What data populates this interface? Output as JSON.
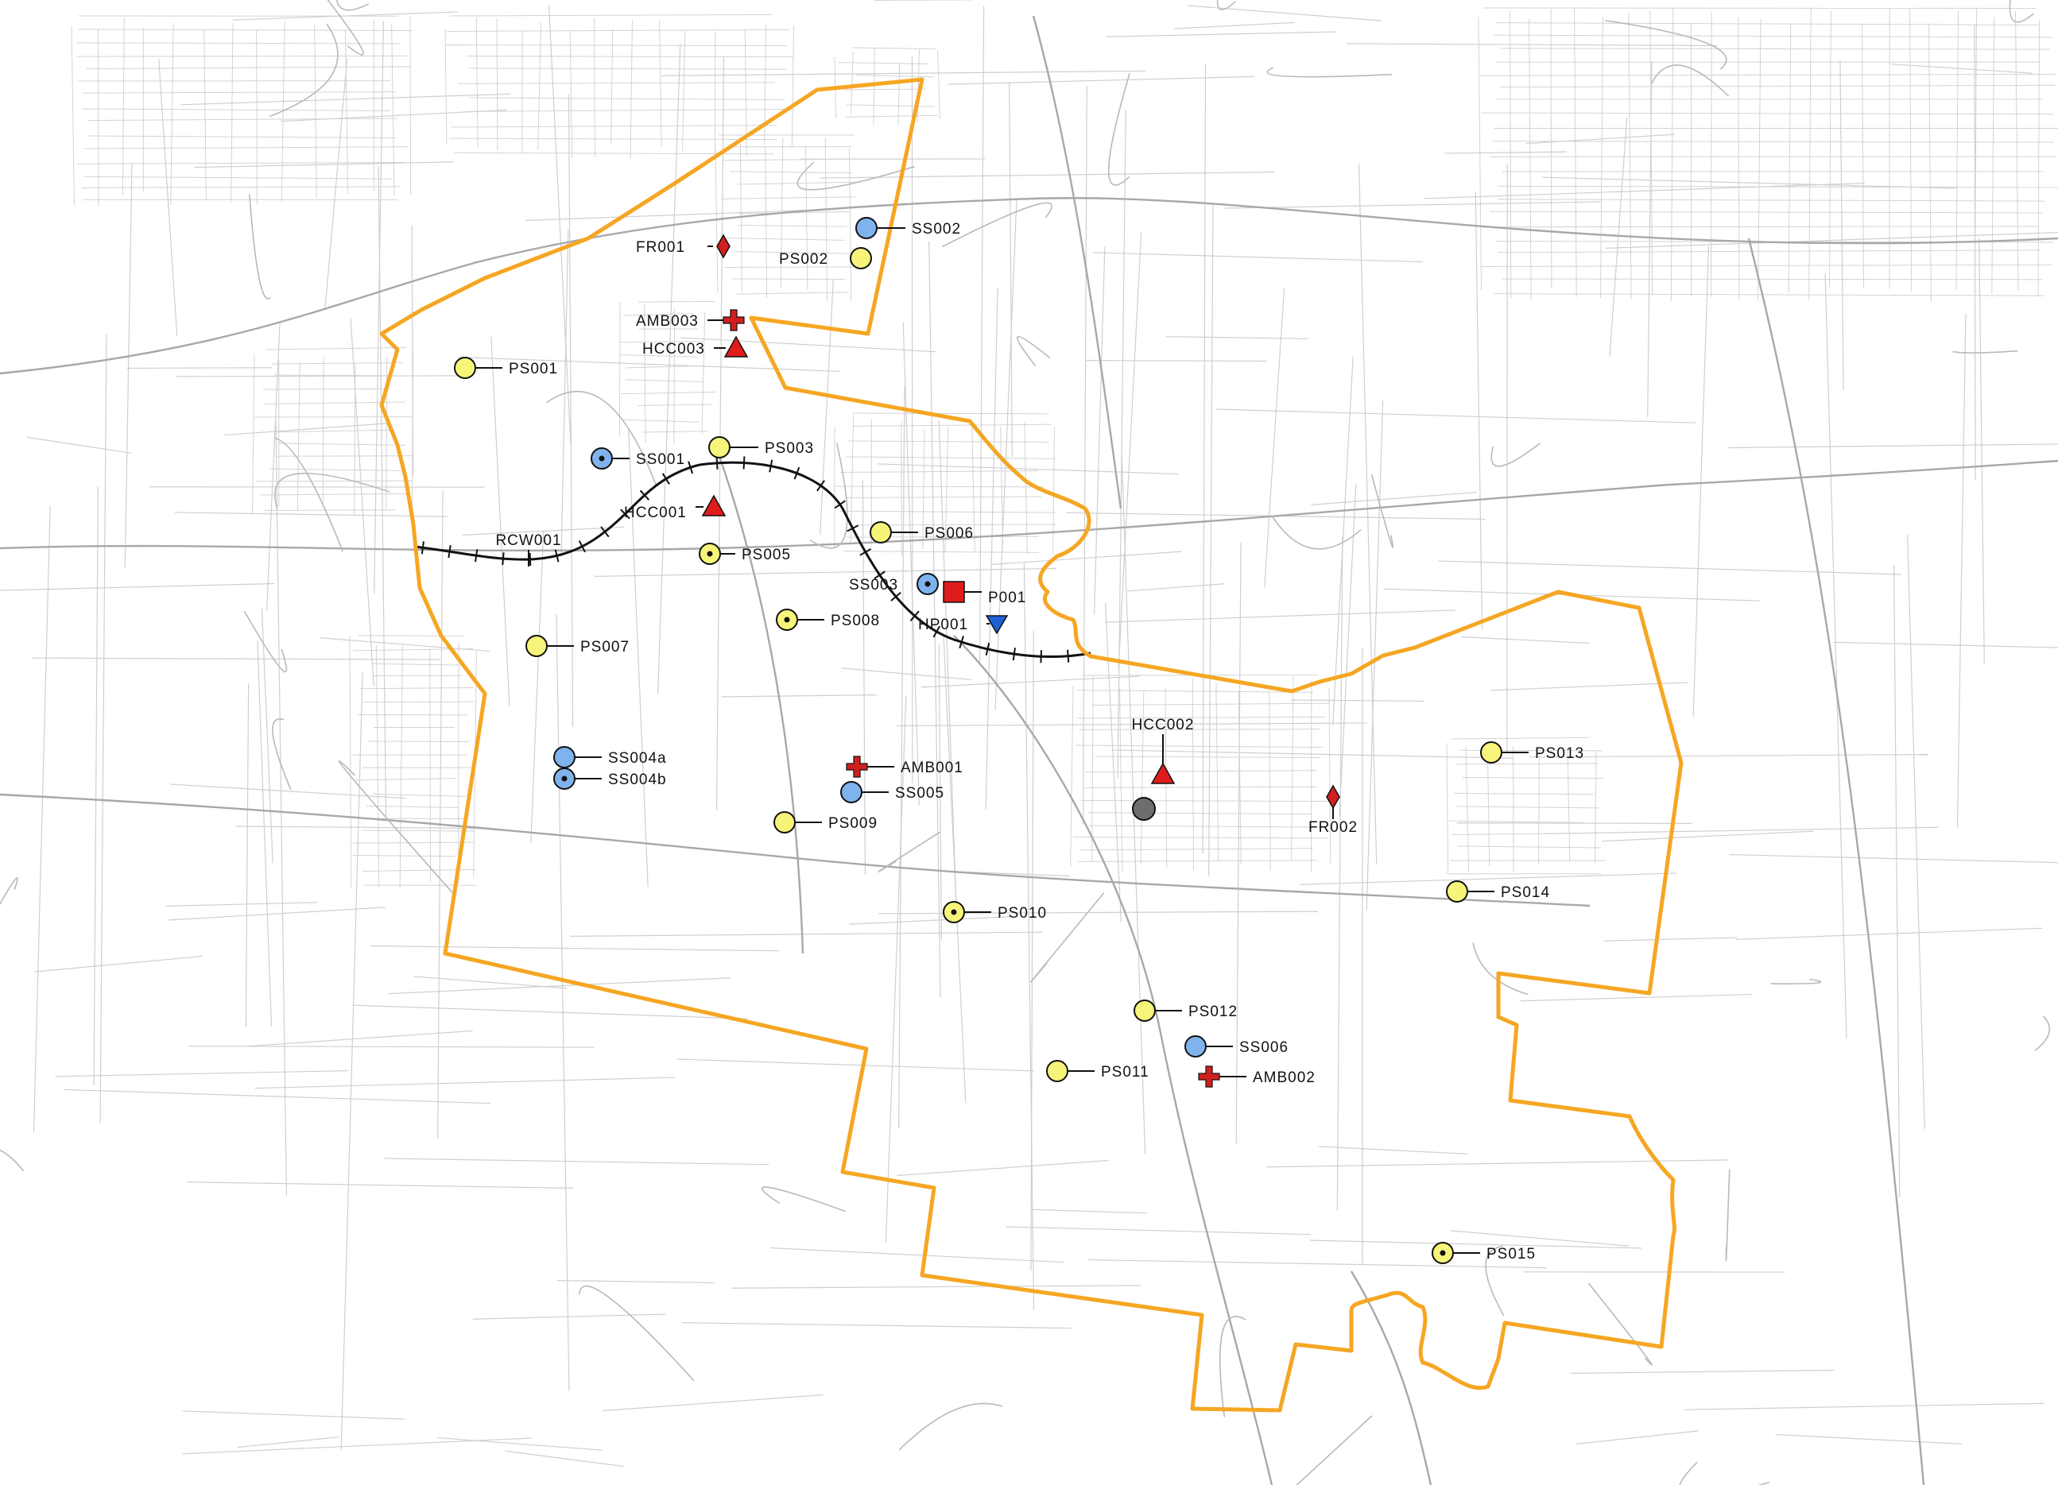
{
  "map": {
    "colors": {
      "boundary": "#F5A623",
      "primary_school": "#F7F47A",
      "secondary_school": "#7FB3EE",
      "hospital": "#E01B1B",
      "fire": "#D11F1F",
      "ambulance": "#D11F1F",
      "police": "#E01B1B",
      "helipad": "#1F5FD6",
      "rail": "#111111",
      "grey_feature": "#6E6E6E"
    },
    "features": [
      {
        "id": "fr001",
        "label": "FR001",
        "type": "fire-station",
        "icon": "red-diamond-icon"
      },
      {
        "id": "ss002",
        "label": "SS002",
        "type": "secondary-school",
        "icon": "blue-circle-icon"
      },
      {
        "id": "ps002",
        "label": "PS002",
        "type": "primary-school",
        "icon": "yellow-circle-icon"
      },
      {
        "id": "amb003",
        "label": "AMB003",
        "type": "ambulance-station",
        "icon": "red-cross-icon"
      },
      {
        "id": "hcc003",
        "label": "HCC003",
        "type": "health-care-centre",
        "icon": "red-triangle-icon"
      },
      {
        "id": "ps001",
        "label": "PS001",
        "type": "primary-school",
        "icon": "yellow-circle-icon"
      },
      {
        "id": "ss001",
        "label": "SS001",
        "type": "secondary-school",
        "icon": "blue-circle-dot-icon"
      },
      {
        "id": "ps003",
        "label": "PS003",
        "type": "primary-school",
        "icon": "yellow-circle-icon"
      },
      {
        "id": "hcc001",
        "label": "HCC001",
        "type": "health-care-centre",
        "icon": "red-triangle-icon"
      },
      {
        "id": "rcw001",
        "label": "RCW001",
        "type": "rail-corridor",
        "icon": "rail-line-icon"
      },
      {
        "id": "ps005",
        "label": "PS005",
        "type": "primary-school",
        "icon": "yellow-circle-dot-icon"
      },
      {
        "id": "ps006",
        "label": "PS006",
        "type": "primary-school",
        "icon": "yellow-circle-icon"
      },
      {
        "id": "ss003",
        "label": "SS003",
        "type": "secondary-school",
        "icon": "blue-circle-dot-icon"
      },
      {
        "id": "p001",
        "label": "P001",
        "type": "police-station",
        "icon": "red-square-icon"
      },
      {
        "id": "hp001",
        "label": "HP001",
        "type": "helipad",
        "icon": "blue-triangle-down-icon"
      },
      {
        "id": "ps008",
        "label": "PS008",
        "type": "primary-school",
        "icon": "yellow-circle-dot-icon"
      },
      {
        "id": "ps007",
        "label": "PS007",
        "type": "primary-school",
        "icon": "yellow-circle-icon"
      },
      {
        "id": "hcc002",
        "label": "HCC002",
        "type": "health-care-centre",
        "icon": "red-triangle-icon"
      },
      {
        "id": "ss004a",
        "label": "SS004a",
        "type": "secondary-school",
        "icon": "blue-circle-icon"
      },
      {
        "id": "ss004b",
        "label": "SS004b",
        "type": "secondary-school",
        "icon": "blue-circle-dot-icon"
      },
      {
        "id": "amb001",
        "label": "AMB001",
        "type": "ambulance-station",
        "icon": "red-cross-icon"
      },
      {
        "id": "ss005",
        "label": "SS005",
        "type": "secondary-school",
        "icon": "blue-circle-icon"
      },
      {
        "id": "ps009",
        "label": "PS009",
        "type": "primary-school",
        "icon": "yellow-circle-icon"
      },
      {
        "id": "fr002",
        "label": "FR002",
        "type": "fire-station",
        "icon": "red-diamond-icon"
      },
      {
        "id": "ps013",
        "label": "PS013",
        "type": "primary-school",
        "icon": "yellow-circle-icon"
      },
      {
        "id": "ps014",
        "label": "PS014",
        "type": "primary-school",
        "icon": "yellow-circle-icon"
      },
      {
        "id": "ps010",
        "label": "PS010",
        "type": "primary-school",
        "icon": "yellow-circle-dot-icon"
      },
      {
        "id": "ps012",
        "label": "PS012",
        "type": "primary-school",
        "icon": "yellow-circle-icon"
      },
      {
        "id": "ss006",
        "label": "SS006",
        "type": "secondary-school",
        "icon": "blue-circle-icon"
      },
      {
        "id": "ps011",
        "label": "PS011",
        "type": "primary-school",
        "icon": "yellow-circle-icon"
      },
      {
        "id": "amb002",
        "label": "AMB002",
        "type": "ambulance-station",
        "icon": "red-cross-icon"
      },
      {
        "id": "ps015",
        "label": "PS015",
        "type": "primary-school",
        "icon": "yellow-circle-dot-icon"
      }
    ]
  }
}
